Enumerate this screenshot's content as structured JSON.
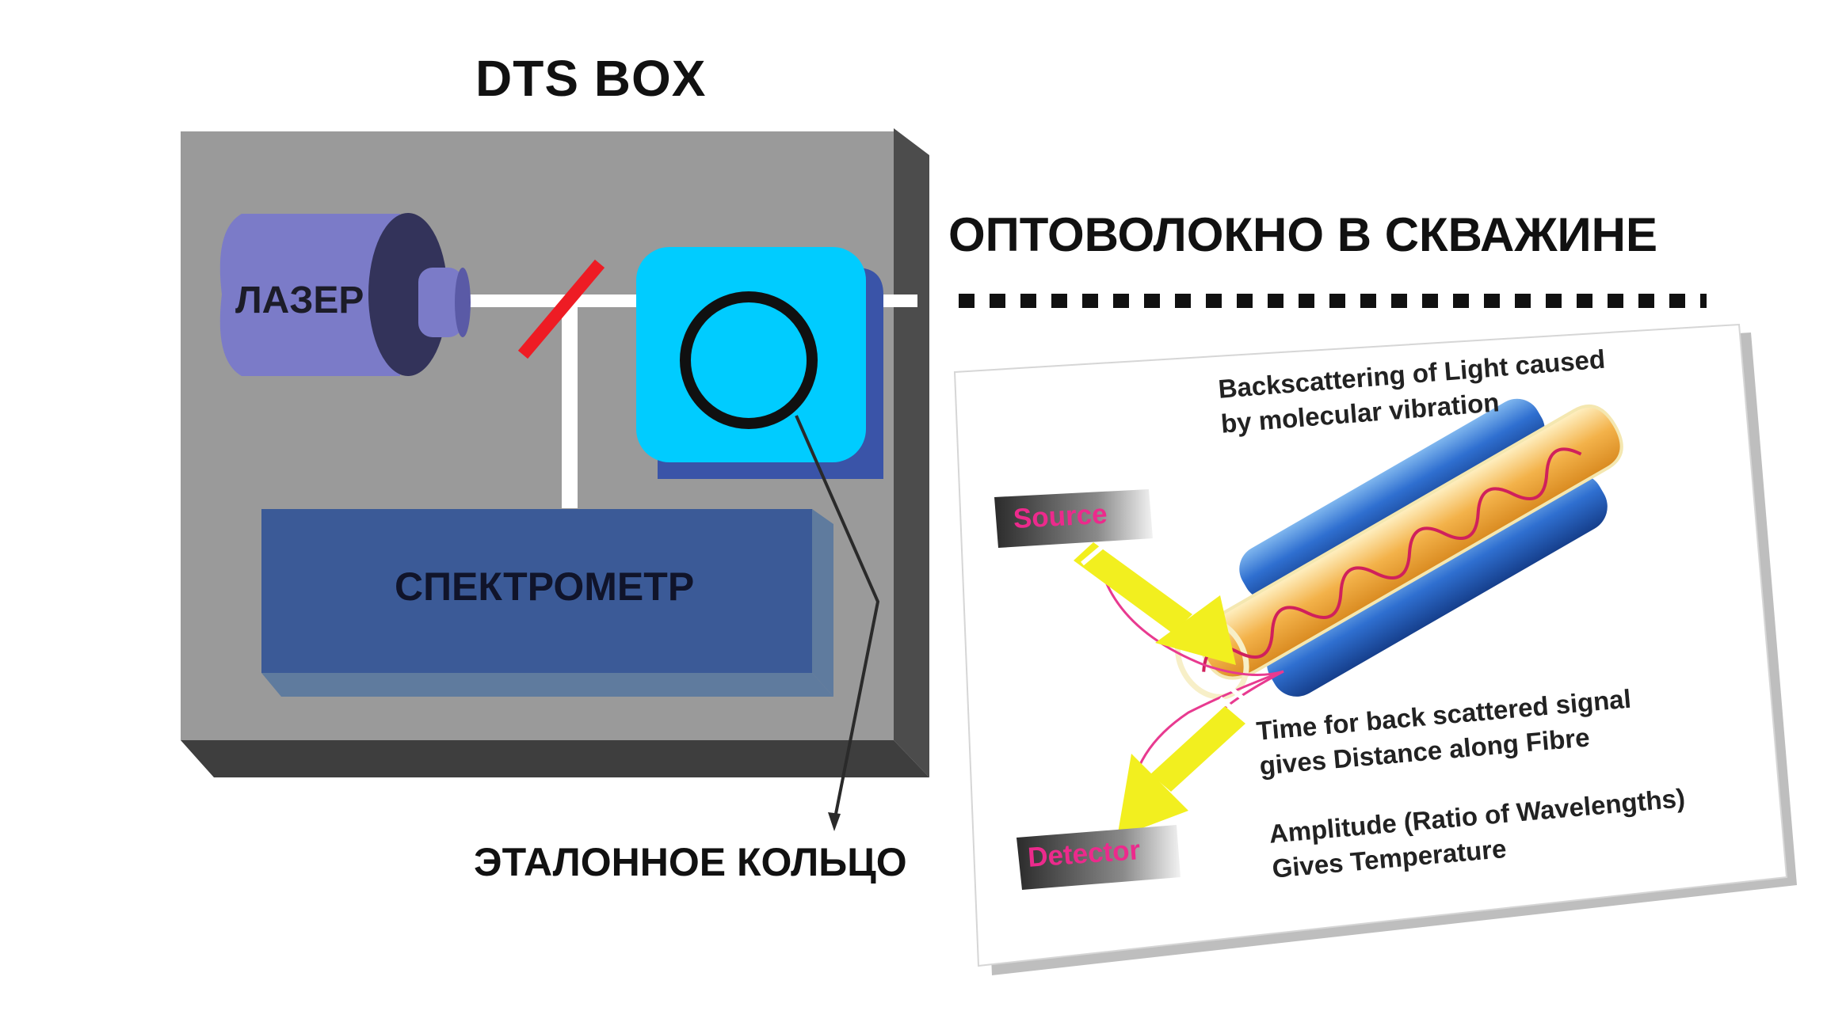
{
  "dts_box": {
    "title": "DTS BOX",
    "laser_label": "ЛАЗЕР",
    "spectrometer_label": "СПЕКТРОМЕТР",
    "reference_ring_label": "ЭТАЛОННОЕ КОЛЬЦО"
  },
  "fiber": {
    "title": "ОПТОВОЛОКНО В СКВАЖИНЕ"
  },
  "inset": {
    "note_backscatter": "Backscattering of Light caused\nby molecular vibration",
    "note_time": "Time for back scattered signal\ngives Distance along Fibre",
    "note_amplitude": "Amplitude (Ratio of Wavelengths)\nGives Temperature",
    "source_label": "Source",
    "detector_label": "Detector"
  },
  "colors": {
    "box_face": "#9a9a9a",
    "box_side": "#4c4c4c",
    "laser": "#7b7bc8",
    "laser_dark": "#33335a",
    "mirror": "#ee1c24",
    "ring_box": "#00ccff",
    "ring_box_shadow": "#3a54a8",
    "spectrometer": "#3b5a97",
    "spectrometer_side": "#5f7b9e",
    "fiber_dots": "#111111",
    "arrow_yellow": "#f2ef1f",
    "signal_pink": "#e83a90"
  }
}
